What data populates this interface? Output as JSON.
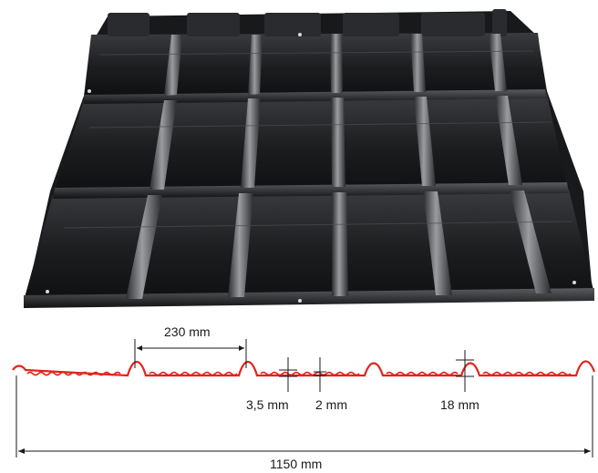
{
  "profile": {
    "total_width": "1150 mm",
    "wave_pitch": "230 mm",
    "step_height_a": "3,5 mm",
    "step_height_b": "2 mm",
    "wave_height": "18 mm"
  },
  "colors": {
    "sheet_dark": "#1b1c1e",
    "sheet_highlight": "#6e7074",
    "profile_line": "#e0251b",
    "dimension_line": "#1a1a1a"
  }
}
